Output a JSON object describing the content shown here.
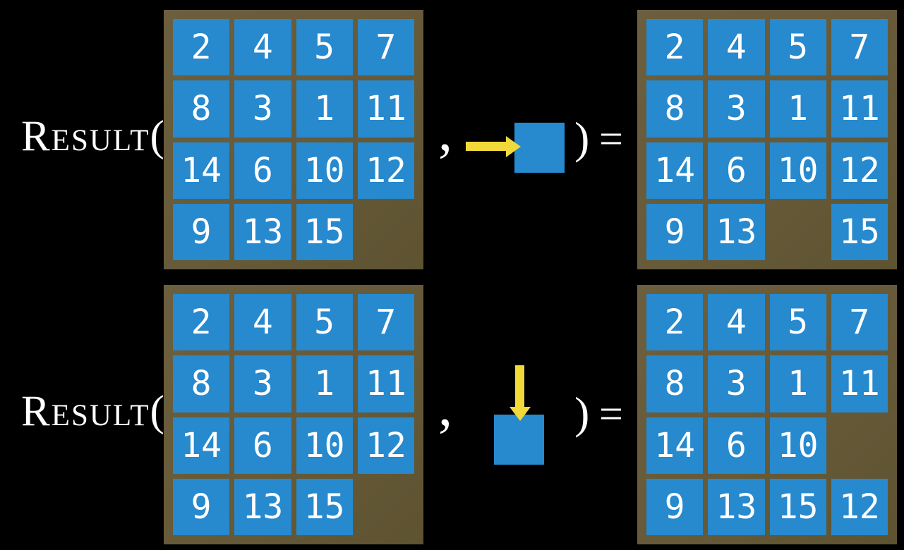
{
  "function": {
    "name": "Result",
    "open_paren": "(",
    "comma": ",",
    "close_paren": ")",
    "equals": "="
  },
  "colors": {
    "background": "#000000",
    "tile_blue": "#2789CE",
    "frame_brown": "#665A39",
    "arrow_yellow": "#F1D939",
    "text_white": "#FFFFFF"
  },
  "rows": [
    {
      "action": {
        "direction": "right",
        "icon": "arrow-right-icon"
      },
      "input_grid": [
        [
          "2",
          "4",
          "5",
          "7"
        ],
        [
          "8",
          "3",
          "1",
          "11"
        ],
        [
          "14",
          "6",
          "10",
          "12"
        ],
        [
          "9",
          "13",
          "15",
          ""
        ]
      ],
      "output_grid": [
        [
          "2",
          "4",
          "5",
          "7"
        ],
        [
          "8",
          "3",
          "1",
          "11"
        ],
        [
          "14",
          "6",
          "10",
          "12"
        ],
        [
          "9",
          "13",
          "",
          "15"
        ]
      ]
    },
    {
      "action": {
        "direction": "down",
        "icon": "arrow-down-icon"
      },
      "input_grid": [
        [
          "2",
          "4",
          "5",
          "7"
        ],
        [
          "8",
          "3",
          "1",
          "11"
        ],
        [
          "14",
          "6",
          "10",
          "12"
        ],
        [
          "9",
          "13",
          "15",
          ""
        ]
      ],
      "output_grid": [
        [
          "2",
          "4",
          "5",
          "7"
        ],
        [
          "8",
          "3",
          "1",
          "11"
        ],
        [
          "14",
          "6",
          "10",
          ""
        ],
        [
          "9",
          "13",
          "15",
          "12"
        ]
      ]
    }
  ]
}
